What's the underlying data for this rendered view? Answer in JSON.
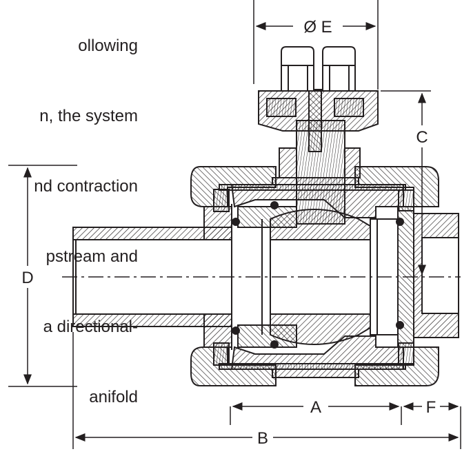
{
  "paragraph_lines": [
    "ollowing",
    "n, the system",
    "nd contraction",
    "pstream and",
    "a directional-",
    "anifold"
  ],
  "dimension_labels": {
    "A": "A",
    "B": "B",
    "C": "C",
    "D": "D",
    "E": "Ø E",
    "F": "F"
  }
}
